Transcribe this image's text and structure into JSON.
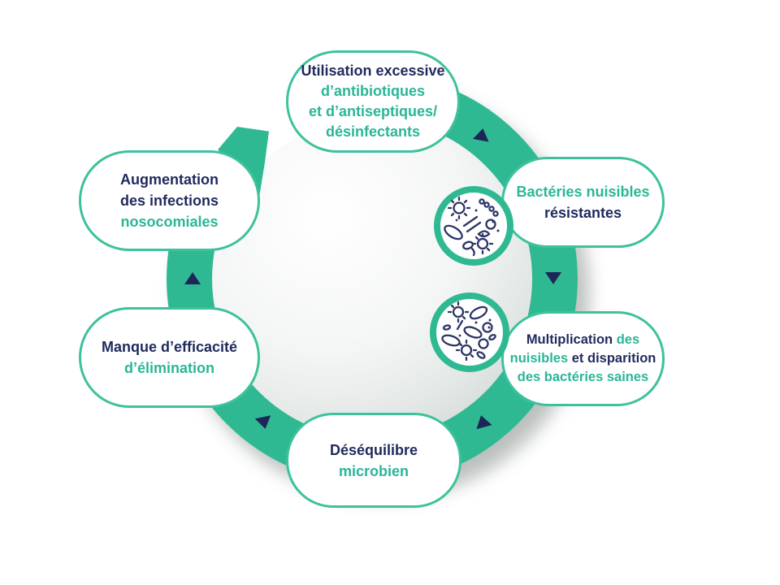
{
  "diagram": {
    "type": "cycle",
    "language": "fr",
    "colors": {
      "ring_teal": "#2fb992",
      "node_border_teal": "#3ec19d",
      "text_teal": "#2ab697",
      "text_navy": "#1f2a5c",
      "triangle_navy": "#1d2658",
      "sphere_edge_gray": "#c6cecb"
    },
    "nodes": [
      {
        "id": "excessive-use",
        "position": "top",
        "lines": [
          [
            {
              "t": "Utilisation excessive",
              "c": "navy"
            }
          ],
          [
            {
              "t": "d’antibiotiques",
              "c": "teal"
            }
          ],
          [
            {
              "t": "et d’antiseptiques/",
              "c": "teal"
            }
          ],
          [
            {
              "t": "désinfectants",
              "c": "teal"
            }
          ]
        ]
      },
      {
        "id": "resistant-harmful-bacteria",
        "position": "right-top",
        "lines": [
          [
            {
              "t": "Bactéries nuisibles",
              "c": "teal"
            }
          ],
          [
            {
              "t": "résistantes",
              "c": "navy"
            }
          ]
        ]
      },
      {
        "id": "multiplication-harmful",
        "position": "right-bottom",
        "lines": [
          [
            {
              "t": "Multiplication",
              "c": "navy"
            },
            {
              "t": " des",
              "c": "teal"
            }
          ],
          [
            {
              "t": "nuisibles",
              "c": "teal"
            },
            {
              "t": " et disparition",
              "c": "navy"
            }
          ],
          [
            {
              "t": "des bactéries saines",
              "c": "teal"
            }
          ]
        ]
      },
      {
        "id": "microbial-imbalance",
        "position": "bottom",
        "lines": [
          [
            {
              "t": "Déséquilibre",
              "c": "navy"
            }
          ],
          [
            {
              "t": "microbien",
              "c": "teal"
            }
          ]
        ]
      },
      {
        "id": "lack-of-elimination-efficacy",
        "position": "left-bottom",
        "lines": [
          [
            {
              "t": "Manque d’efficacité",
              "c": "navy"
            }
          ],
          [
            {
              "t": "d’élimination",
              "c": "teal"
            }
          ]
        ]
      },
      {
        "id": "nosocomial-infections-increase",
        "position": "left-top",
        "lines": [
          [
            {
              "t": "Augmentation",
              "c": "navy"
            }
          ],
          [
            {
              "t": "des infections",
              "c": "navy"
            }
          ],
          [
            {
              "t": "nosocomiales",
              "c": "teal"
            }
          ]
        ]
      }
    ],
    "flow_markers": [
      {
        "gap": "top-right",
        "direction": "up"
      },
      {
        "gap": "right",
        "direction": "down"
      },
      {
        "gap": "bottom-right",
        "direction": "up"
      },
      {
        "gap": "bottom-left",
        "direction": "down"
      },
      {
        "gap": "left",
        "direction": "up"
      }
    ],
    "icons": [
      {
        "name": "resistant-bacteria-icon",
        "description": "circle medallion with bacteria doodles"
      },
      {
        "name": "bacteria-multiplication-icon",
        "description": "circle medallion with bacteria doodles"
      }
    ],
    "arrowhead": {
      "name": "cycle-arrowhead",
      "direction": "up-left"
    }
  }
}
